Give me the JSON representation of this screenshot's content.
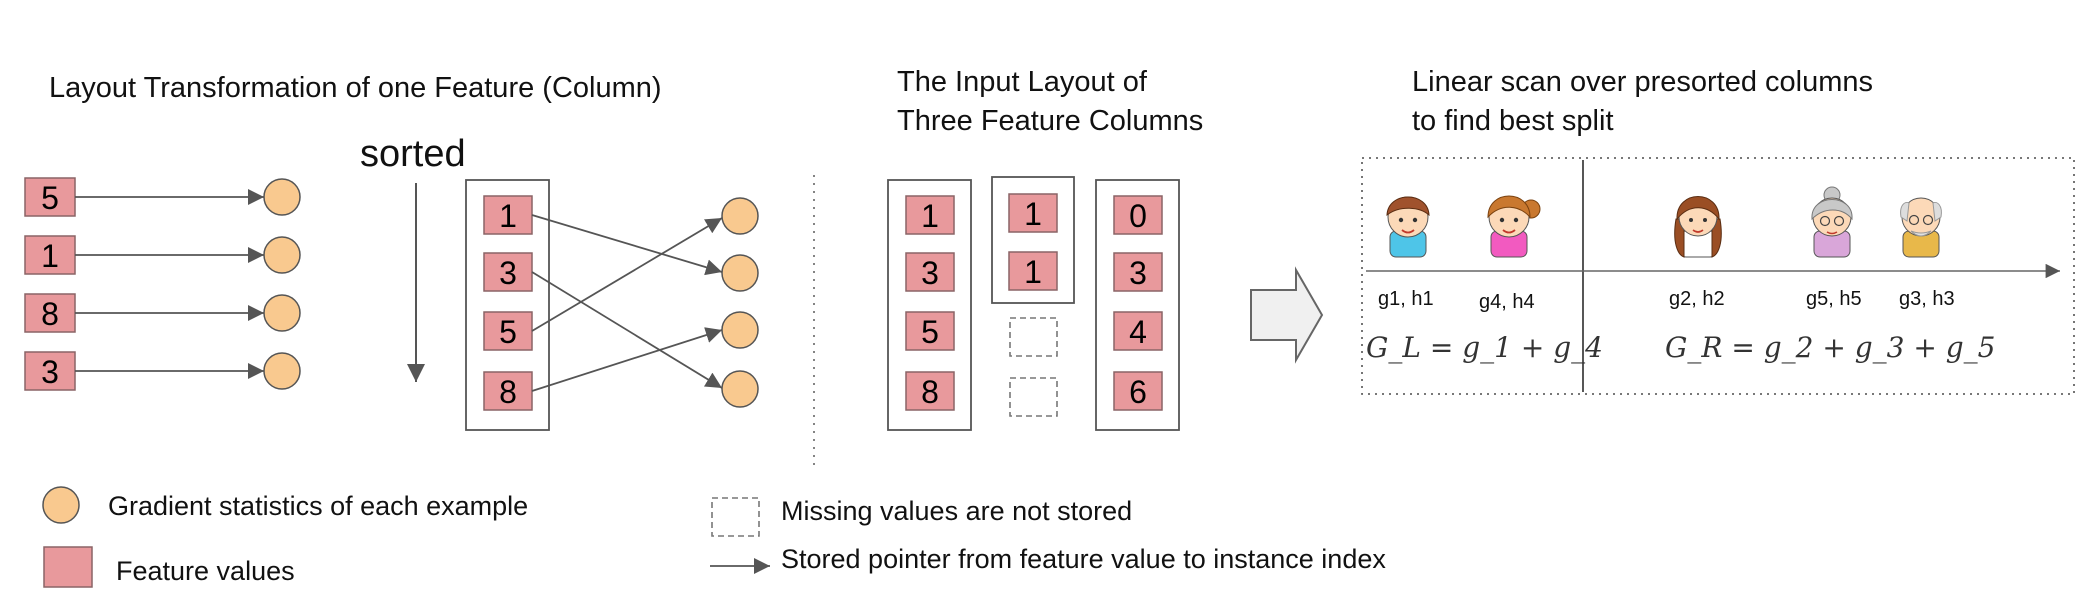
{
  "panels": {
    "left_title": "Layout Transformation of one Feature (Column)",
    "sorted_label": "sorted",
    "middle_title": [
      "The Input Layout of",
      "Three Feature Columns"
    ],
    "right_title": [
      "Linear scan over presorted columns",
      "to find best split"
    ]
  },
  "left": {
    "unsorted_values": [
      "5",
      "1",
      "8",
      "3"
    ],
    "sorted_values": [
      "1",
      "3",
      "5",
      "8"
    ]
  },
  "middle": {
    "column1": [
      "1",
      "3",
      "5",
      "8"
    ],
    "column2": [
      "1",
      "1"
    ],
    "column3": [
      "0",
      "3",
      "4",
      "6"
    ]
  },
  "right": {
    "left_labels": [
      "g1, h1",
      "g4, h4"
    ],
    "right_labels": [
      "g2, h2",
      "g5, h5",
      "g3, h3"
    ],
    "gl_formula": "G_L = g_1 + g_4",
    "gr_formula": "G_R = g_2 + g_3 + g_5",
    "people": [
      "boy-icon",
      "girl-icon",
      "woman-icon",
      "grandmother-icon",
      "grandfather-icon"
    ]
  },
  "legend": {
    "gradient": "Gradient statistics of each example",
    "feature": "Feature values",
    "missing": "Missing values are not stored",
    "pointer": "Stored pointer from feature value to instance index"
  },
  "colors": {
    "feature_fill": "#e8999c",
    "gradient_fill": "#f9c98f",
    "line": "#555555"
  }
}
